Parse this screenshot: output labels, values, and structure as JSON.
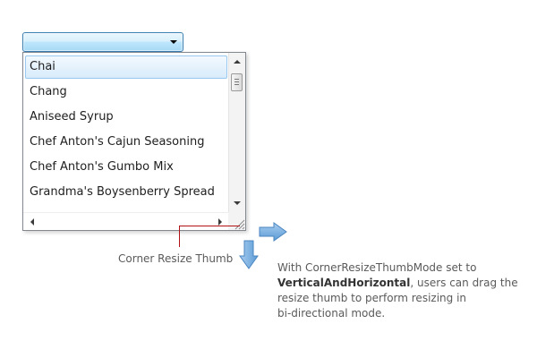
{
  "combo": {
    "selected_text": "",
    "arrow_icon": "chevron-down-icon"
  },
  "dropdown": {
    "items": [
      "Chai",
      "Chang",
      "Aniseed Syrup",
      "Chef Anton's Cajun Seasoning",
      "Chef Anton's Gumbo Mix",
      "Grandma's Boysenberry Spread"
    ],
    "selected_index": 0
  },
  "callout": {
    "label": "Corner Resize Thumb"
  },
  "description": {
    "line1": "With CornerResizeThumbMode set to",
    "line2_bold": "VerticalAndHorizontal",
    "line2_rest": ", users can drag the",
    "line3": "resize thumb to perform resizing in",
    "line4": "bi-directional mode."
  },
  "colors": {
    "accent_blue": "#5b9bd5",
    "callout_red": "#b01216",
    "selection_border": "#99c8f0"
  }
}
